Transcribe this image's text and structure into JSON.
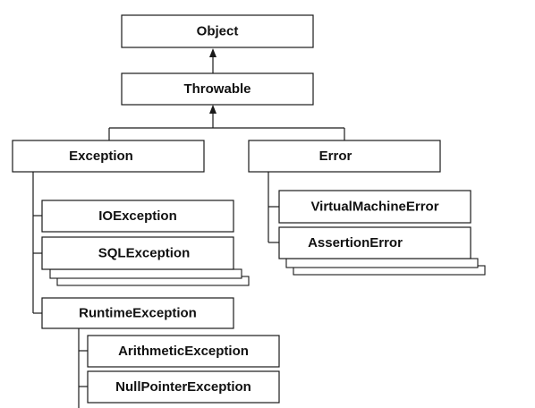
{
  "classes": {
    "object": "Object",
    "throwable": "Throwable",
    "exception": "Exception",
    "error": "Error",
    "ioexception": "IOException",
    "sqlexception": "SQLException",
    "runtimeexception": "RuntimeException",
    "arithmeticexception": "ArithmeticException",
    "nullpointerexception": "NullPointerException",
    "virtualmachineerror": "VirtualMachineError",
    "assertionerror": "AssertionError"
  }
}
